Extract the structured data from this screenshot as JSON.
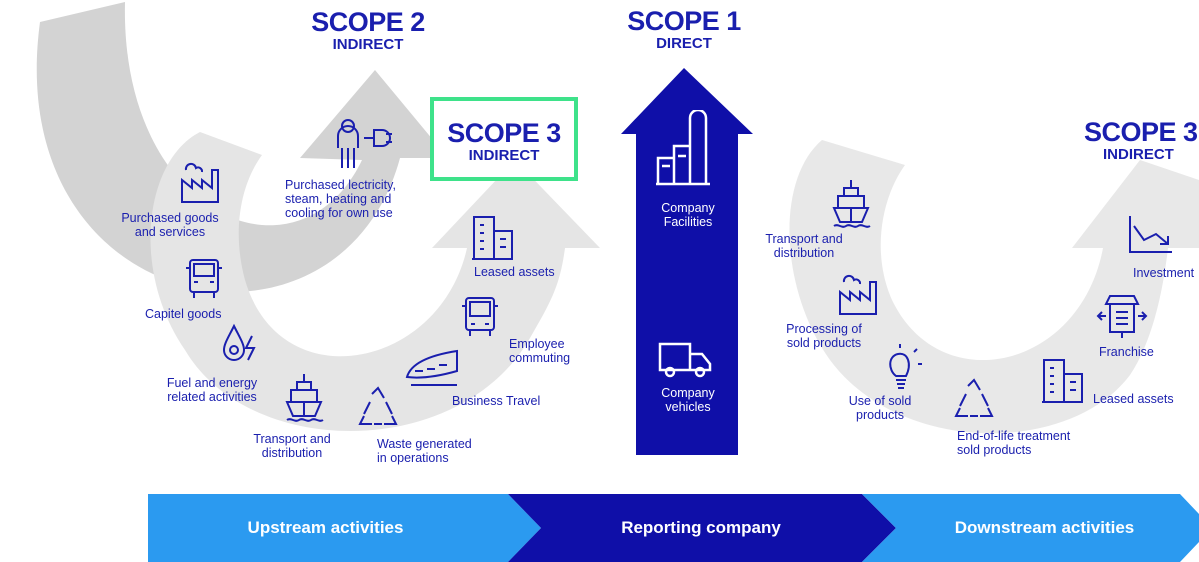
{
  "colors": {
    "navy": "#0f0fa8",
    "blue_bright": "#2b9af0",
    "gray_light": "#e6e6e6",
    "gray_mid": "#cfcfcf",
    "highlight": "#3ee28a",
    "text": "#1a1fae"
  },
  "scope2": {
    "title": "SCOPE 2",
    "subtitle": "INDIRECT"
  },
  "scope1": {
    "title": "SCOPE 1",
    "subtitle": "DIRECT"
  },
  "scope3_upstream": {
    "title": "SCOPE 3",
    "subtitle": "INDIRECT"
  },
  "scope3_downstream": {
    "title": "SCOPE 3",
    "subtitle": "INDIRECT"
  },
  "scope2_item": {
    "label_lines": [
      "Purchased lectricity,",
      "steam, heating and",
      "cooling for own use"
    ],
    "icon": "person-plug-icon"
  },
  "upstream_items": [
    {
      "label_lines": [
        "Purchased goods",
        "and services"
      ],
      "icon": "factory-icon"
    },
    {
      "label_lines": [
        "Capitel goods"
      ],
      "icon": "truck-front-icon"
    },
    {
      "label_lines": [
        "Fuel and energy",
        "related activities"
      ],
      "icon": "fuel-energy-icon"
    },
    {
      "label_lines": [
        "Transport and",
        "distribution"
      ],
      "icon": "ship-icon"
    },
    {
      "label_lines": [
        "Waste generated",
        "in operations"
      ],
      "icon": "recycle-icon"
    },
    {
      "label_lines": [
        "Business Travel"
      ],
      "icon": "train-icon"
    },
    {
      "label_lines": [
        "Employee",
        "commuting"
      ],
      "icon": "bus-icon"
    },
    {
      "label_lines": [
        "Leased assets"
      ],
      "icon": "building-icon"
    }
  ],
  "scope1_items": [
    {
      "label_lines": [
        "Company",
        "Facilities"
      ],
      "icon": "facility-icon"
    },
    {
      "label_lines": [
        "Company",
        "vehicles"
      ],
      "icon": "delivery-truck-icon"
    }
  ],
  "downstream_items": [
    {
      "label_lines": [
        "Transport and",
        "distribution"
      ],
      "icon": "ship-icon"
    },
    {
      "label_lines": [
        "Processing of",
        "sold products"
      ],
      "icon": "factory-icon"
    },
    {
      "label_lines": [
        "Use of sold",
        "products"
      ],
      "icon": "lightbulb-icon"
    },
    {
      "label_lines": [
        "End-of-life treatment",
        "sold products"
      ],
      "icon": "recycle-icon"
    },
    {
      "label_lines": [
        "Leased assets"
      ],
      "icon": "building-icon"
    },
    {
      "label_lines": [
        "Franchise"
      ],
      "icon": "franchise-icon"
    },
    {
      "label_lines": [
        "Investment"
      ],
      "icon": "investment-chart-icon"
    }
  ],
  "bottom_band": [
    {
      "label": "Upstream activities"
    },
    {
      "label": "Reporting company"
    },
    {
      "label": "Downstream activities"
    }
  ]
}
